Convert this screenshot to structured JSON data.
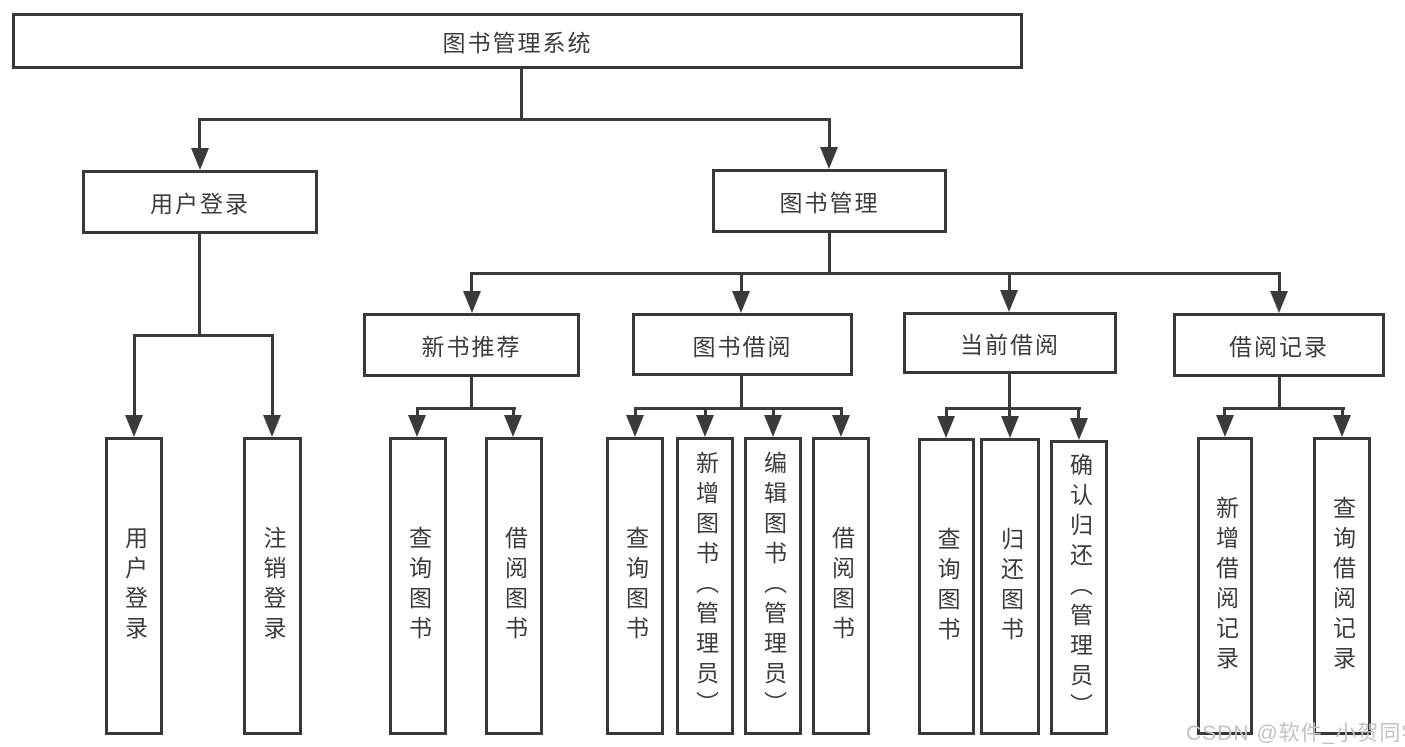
{
  "diagram_type": "hierarchy-tree",
  "colors": {
    "background": "#ffffff",
    "line": "#3a3a3a",
    "box_border": "#383838",
    "text": "#3c3c3c",
    "watermark_text": "#c2c2c2"
  },
  "watermark": {
    "text": "CSDN @软件_小贺同学"
  },
  "tree": {
    "label": "图书管理系统",
    "children": [
      {
        "label": "用户登录",
        "children": [
          {
            "label": "用户登录"
          },
          {
            "label": "注销登录"
          }
        ]
      },
      {
        "label": "图书管理",
        "children": [
          {
            "label": "新书推荐",
            "children": [
              {
                "label": "查询图书"
              },
              {
                "label": "借阅图书"
              }
            ]
          },
          {
            "label": "图书借阅",
            "children": [
              {
                "label": "查询图书"
              },
              {
                "label": "新增图书（管理员）"
              },
              {
                "label": "编辑图书（管理员）"
              },
              {
                "label": "借阅图书"
              }
            ]
          },
          {
            "label": "当前借阅",
            "children": [
              {
                "label": "查询图书"
              },
              {
                "label": "归还图书"
              },
              {
                "label": "确认归还（管理员）"
              }
            ]
          },
          {
            "label": "借阅记录",
            "children": [
              {
                "label": "新增借阅记录"
              },
              {
                "label": "查询借阅记录"
              }
            ]
          }
        ]
      }
    ]
  }
}
